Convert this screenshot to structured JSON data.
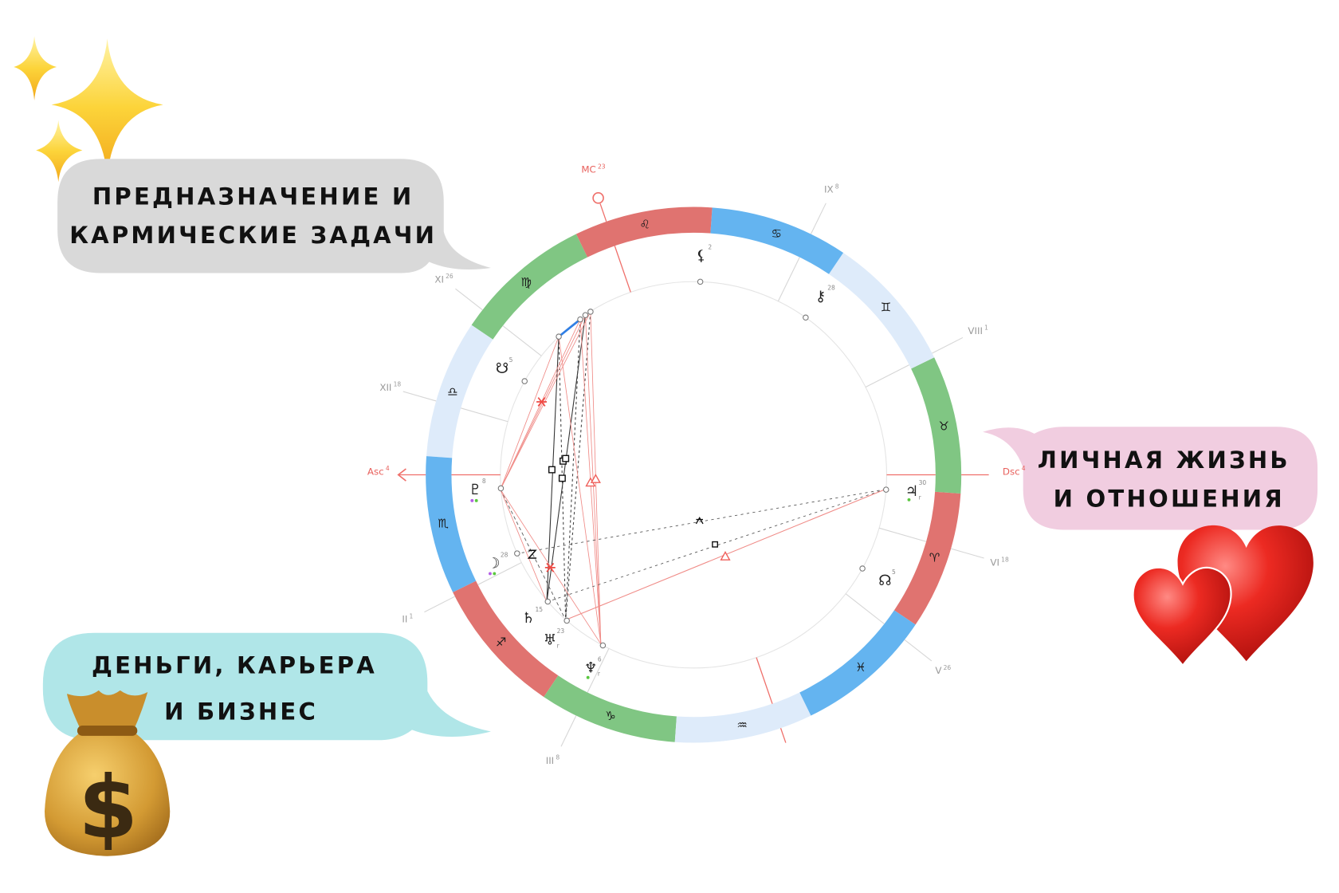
{
  "bubbles": {
    "purpose": {
      "line1": "ПРЕДНАЗНАЧЕНИЕ И",
      "line2": "КАРМИЧЕСКИЕ ЗАДАЧИ",
      "color": "#d9d9d9"
    },
    "love": {
      "line1": "ЛИЧНАЯ ЖИЗНЬ",
      "line2": "И ОТНОШЕНИЯ",
      "color": "#f1cde0"
    },
    "money": {
      "line1": "ДЕНЬГИ, КАРЬЕРА",
      "line2": "И БИЗНЕС",
      "color": "#b0e6e8"
    }
  },
  "emojis": {
    "sparkles": "sparkles-icon",
    "hearts": "two-hearts-icon",
    "money_bag": "money-bag-icon",
    "money_symbol": "$"
  },
  "chart": {
    "ascendant_longitude": 214,
    "element_colors": {
      "fire": "#e07370",
      "earth": "#80c683",
      "air": "#deebfa",
      "water": "#64b4f0"
    },
    "signs": [
      {
        "name": "aries",
        "glyph": "♈",
        "element": "fire"
      },
      {
        "name": "taurus",
        "glyph": "♉",
        "element": "earth"
      },
      {
        "name": "gemini",
        "glyph": "♊",
        "element": "air"
      },
      {
        "name": "cancer",
        "glyph": "♋",
        "element": "water"
      },
      {
        "name": "leo",
        "glyph": "♌",
        "element": "fire"
      },
      {
        "name": "virgo",
        "glyph": "♍",
        "element": "earth"
      },
      {
        "name": "libra",
        "glyph": "♎",
        "element": "air"
      },
      {
        "name": "scorpio",
        "glyph": "♏",
        "element": "water"
      },
      {
        "name": "sagittarius",
        "glyph": "♐",
        "element": "fire"
      },
      {
        "name": "capricorn",
        "glyph": "♑",
        "element": "earth"
      },
      {
        "name": "aquarius",
        "glyph": "♒",
        "element": "air"
      },
      {
        "name": "pisces",
        "glyph": "♓",
        "element": "water"
      }
    ],
    "angles": [
      {
        "name": "asc",
        "label": "Asc",
        "degree": "4",
        "longitude": 214
      },
      {
        "name": "dsc",
        "label": "Dsc",
        "degree": "4",
        "longitude": 34
      },
      {
        "name": "mc",
        "label": "MC",
        "degree": "23",
        "longitude": 143
      },
      {
        "name": "ic",
        "label": "",
        "degree": "",
        "longitude": 323
      }
    ],
    "houses": [
      {
        "label": "II",
        "degree": "1",
        "longitude": 241
      },
      {
        "label": "III",
        "degree": "8",
        "longitude": 278
      },
      {
        "label": "V",
        "degree": "26",
        "longitude": 356
      },
      {
        "label": "VI",
        "degree": "18",
        "longitude": 18
      },
      {
        "label": "VIII",
        "degree": "1",
        "longitude": 61
      },
      {
        "label": "IX",
        "degree": "8",
        "longitude": 98
      },
      {
        "label": "XI",
        "degree": "26",
        "longitude": 176
      },
      {
        "label": "XII",
        "degree": "18",
        "longitude": 198
      }
    ],
    "planets": [
      {
        "name": "lilith",
        "glyph": "⚸",
        "degree": "2",
        "retro": "",
        "longitude": 122
      },
      {
        "name": "chiron",
        "glyph": "⚷",
        "degree": "28",
        "retro": "",
        "longitude": 88.5
      },
      {
        "name": "south-node",
        "glyph": "☋",
        "degree": "5",
        "retro": "",
        "longitude": 185
      },
      {
        "name": "pluto",
        "glyph": "♇",
        "degree": "8",
        "retro": "",
        "longitude": 218
      },
      {
        "name": "moon",
        "glyph": "☽",
        "degree": "28",
        "retro": "",
        "longitude": 238
      },
      {
        "name": "saturn",
        "glyph": "♄",
        "degree": "15",
        "retro": "",
        "longitude": 255
      },
      {
        "name": "uranus",
        "glyph": "♅",
        "degree": "23",
        "retro": "r",
        "longitude": 263
      },
      {
        "name": "neptune",
        "glyph": "♆",
        "degree": "6",
        "retro": "r",
        "longitude": 276
      },
      {
        "name": "north-node",
        "glyph": "☊",
        "degree": "5",
        "retro": "",
        "longitude": 5
      },
      {
        "name": "jupiter",
        "glyph": "♃",
        "degree": "30",
        "retro": "r",
        "longitude": 29.6
      }
    ]
  }
}
